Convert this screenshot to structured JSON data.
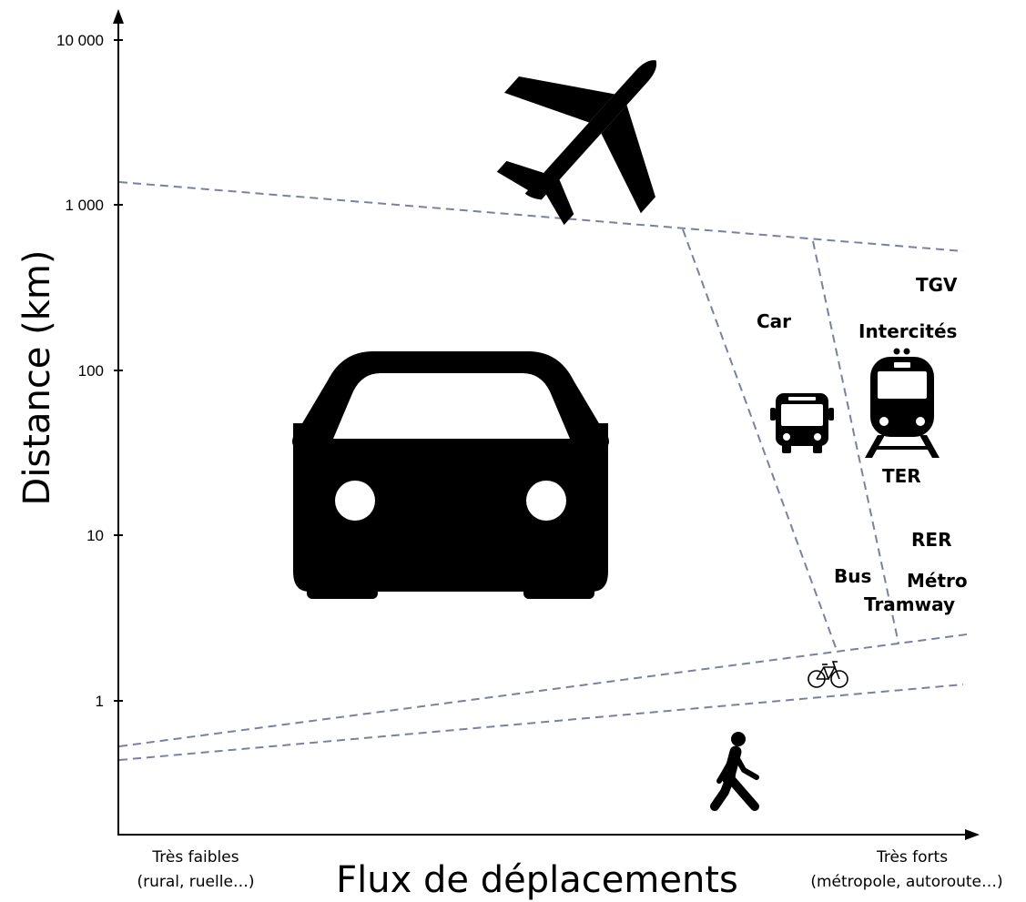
{
  "y_axis": {
    "title": "Distance (km)",
    "scale": "log",
    "ticks": [
      "10 000",
      "1 000",
      "100",
      "10",
      "1"
    ]
  },
  "x_axis": {
    "title": "Flux de déplacements",
    "left_label_line1": "Très faibles",
    "left_label_line2": "(rural, ruelle…)",
    "right_label_line1": "Très forts",
    "right_label_line2": "(métropole, autoroute…)"
  },
  "modes": {
    "tgv": "TGV",
    "intercites": "Intercités",
    "car_coach": "Car",
    "ter": "TER",
    "rer": "RER",
    "bus": "Bus",
    "metro": "Métro",
    "tramway": "Tramway"
  },
  "icons": [
    "airplane-icon",
    "car-icon",
    "bus-icon",
    "train-icon",
    "bicycle-icon",
    "pedestrian-icon"
  ]
}
